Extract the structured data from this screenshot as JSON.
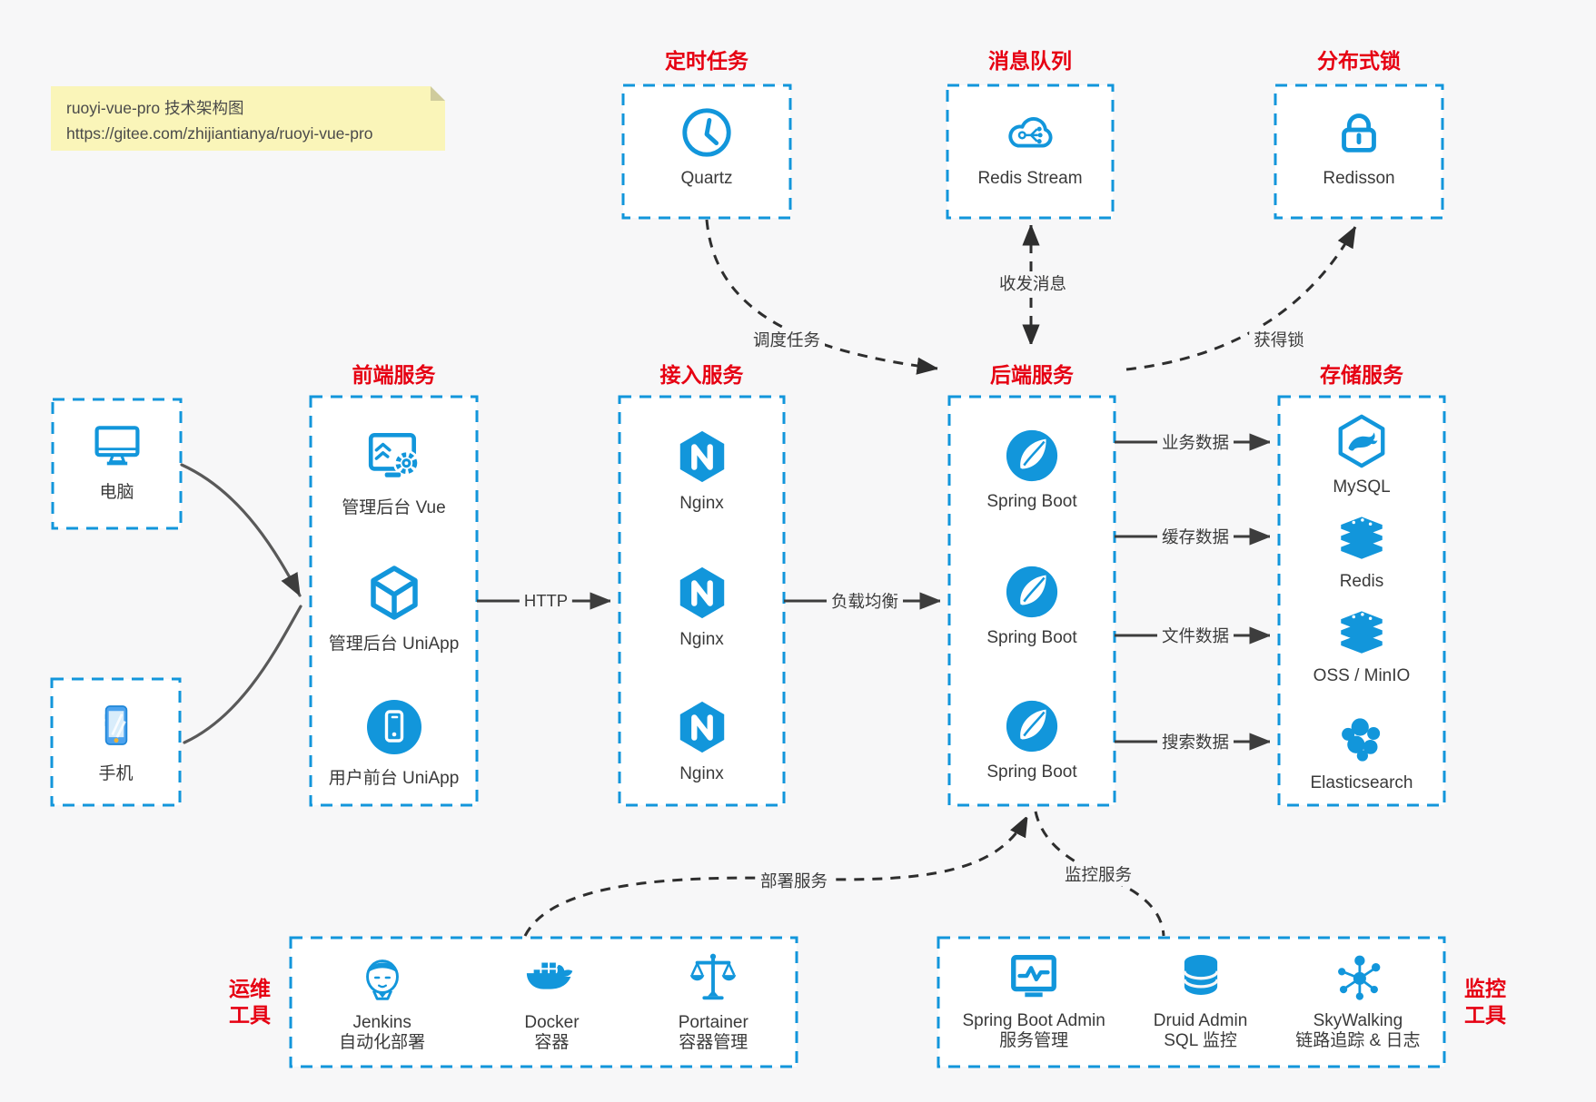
{
  "note": {
    "line1": "ruoyi-vue-pro 技术架构图",
    "line2": "https://gitee.com/zhijiantianya/ruoyi-vue-pro"
  },
  "colors": {
    "accent_blue": "#1296db",
    "title_red": "#e60012",
    "arrow_gray": "#3d3d3d",
    "canvas_bg": "#f7f7f8",
    "note_bg": "#faf5b9"
  },
  "top_services": [
    {
      "title": "定时任务",
      "label": "Quartz"
    },
    {
      "title": "消息队列",
      "label": "Redis Stream"
    },
    {
      "title": "分布式锁",
      "label": "Redisson"
    }
  ],
  "clients": [
    {
      "label": "电脑"
    },
    {
      "label": "手机"
    }
  ],
  "columns": {
    "frontend": {
      "title": "前端服务",
      "items": [
        "管理后台 Vue",
        "管理后台 UniApp",
        "用户前台 UniApp"
      ]
    },
    "gateway": {
      "title": "接入服务",
      "items": [
        "Nginx",
        "Nginx",
        "Nginx"
      ]
    },
    "backend": {
      "title": "后端服务",
      "items": [
        "Spring Boot",
        "Spring Boot",
        "Spring Boot"
      ]
    },
    "storage": {
      "title": "存储服务",
      "items": [
        "MySQL",
        "Redis",
        "OSS / MinIO",
        "Elasticsearch"
      ]
    }
  },
  "edges": {
    "http": "HTTP",
    "load_balance": "负载均衡",
    "schedule": "调度任务",
    "message": "收发消息",
    "lock": "获得锁",
    "business": "业务数据",
    "cache": "缓存数据",
    "file": "文件数据",
    "search": "搜索数据",
    "deploy": "部署服务",
    "monitor": "监控服务"
  },
  "ops": {
    "label_line1": "运维",
    "label_line2": "工具",
    "items": [
      {
        "name": "Jenkins",
        "desc": "自动化部署"
      },
      {
        "name": "Docker",
        "desc": "容器"
      },
      {
        "name": "Portainer",
        "desc": "容器管理"
      }
    ]
  },
  "monitoring": {
    "label_line1": "监控",
    "label_line2": "工具",
    "items": [
      {
        "name": "Spring Boot Admin",
        "desc": "服务管理"
      },
      {
        "name": "Druid Admin",
        "desc": "SQL 监控"
      },
      {
        "name": "SkyWalking",
        "desc": "链路追踪 & 日志"
      }
    ]
  }
}
